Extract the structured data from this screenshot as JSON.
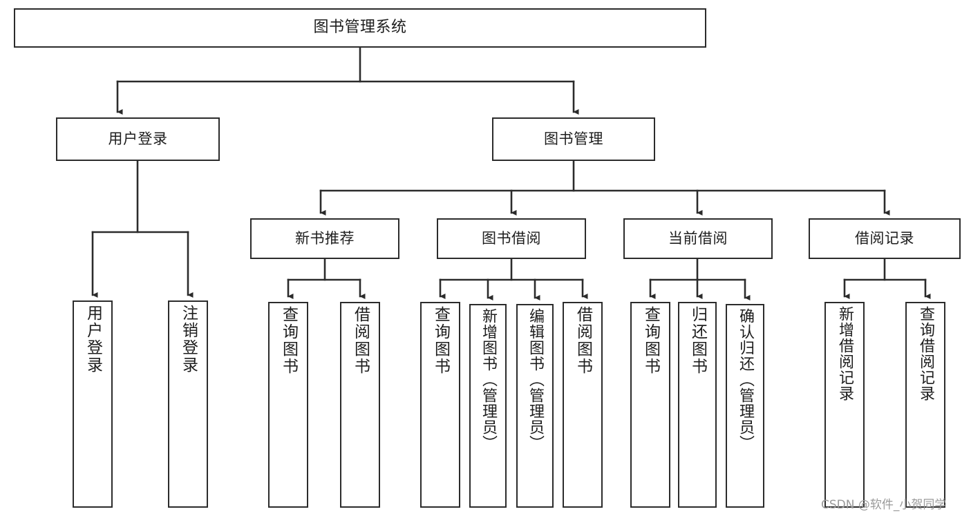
{
  "diagram": {
    "type": "tree",
    "title": "图书管理系统",
    "orientation": "top-down",
    "line_color": "#2b2b2b",
    "box_fill": "#ffffff",
    "text_color": "#1d1d1d",
    "levels": 4
  },
  "nodes": {
    "root": {
      "label": "图书管理系统"
    },
    "level2": [
      {
        "id": "user-login",
        "label": "用户登录"
      },
      {
        "id": "book-manage",
        "label": "图书管理"
      }
    ],
    "level3": [
      {
        "id": "new-book-recommend",
        "label": "新书推荐"
      },
      {
        "id": "book-borrow",
        "label": "图书借阅"
      },
      {
        "id": "current-borrow",
        "label": "当前借阅"
      },
      {
        "id": "borrow-record",
        "label": "借阅记录"
      }
    ],
    "leaves": {
      "user-login": [
        {
          "id": "leaf-user-login",
          "label": "用户登录"
        },
        {
          "id": "leaf-logout-login",
          "label": "注销登录"
        }
      ],
      "new-book-recommend": [
        {
          "id": "leaf-query-book-1",
          "label": "查询图书"
        },
        {
          "id": "leaf-borrow-book-1",
          "label": "借阅图书"
        }
      ],
      "book-borrow": [
        {
          "id": "leaf-query-book-2",
          "label": "查询图书"
        },
        {
          "id": "leaf-add-book",
          "label": "新增图书（管理员）"
        },
        {
          "id": "leaf-edit-book",
          "label": "编辑图书（管理员）"
        },
        {
          "id": "leaf-borrow-book-2",
          "label": "借阅图书"
        }
      ],
      "current-borrow": [
        {
          "id": "leaf-query-book-3",
          "label": "查询图书"
        },
        {
          "id": "leaf-return-book",
          "label": "归还图书"
        },
        {
          "id": "leaf-confirm-return",
          "label": "确认归还（管理员）"
        }
      ],
      "borrow-record": [
        {
          "id": "leaf-add-record",
          "label": "新增借阅记录"
        },
        {
          "id": "leaf-query-record",
          "label": "查询借阅记录"
        }
      ]
    }
  },
  "watermark": {
    "text": "CSDN @软件_小贺同学"
  }
}
